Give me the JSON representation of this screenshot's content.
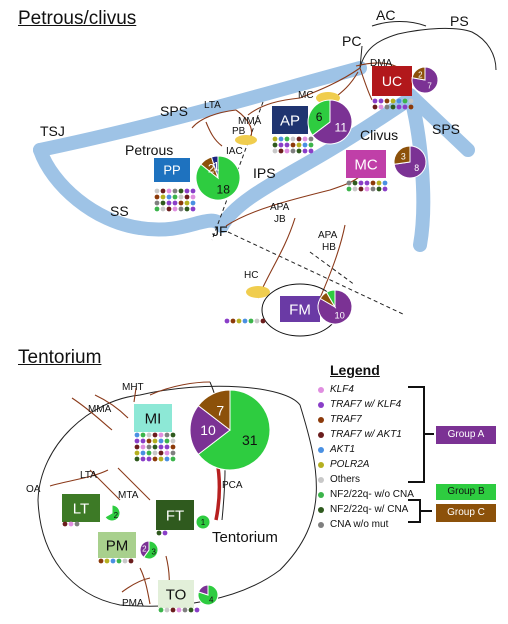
{
  "titles": {
    "petrous": "Petrous/clivus",
    "tentorium": "Tentorium"
  },
  "petrous_labels": {
    "AC": "AC",
    "PS": "PS",
    "PC": "PC",
    "DMA": "DMA",
    "SPS_left": "SPS",
    "SPS_right": "SPS",
    "LTA": "LTA",
    "MMA": "MMA",
    "MC_small": "MC",
    "PB": "PB",
    "IAC": "IAC",
    "Petrous": "Petrous",
    "Clivus": "Clivus",
    "TSJ": "TSJ",
    "SS": "SS",
    "IPS": "IPS",
    "APA_JB": "APA",
    "JB": "JB",
    "JF": "JF",
    "APA_HB": "APA",
    "HB": "HB",
    "HC": "HC"
  },
  "tentorium_labels": {
    "MHT": "MHT",
    "MMA": "MMA",
    "LTA": "LTA",
    "OA": "OA",
    "MTA": "MTA",
    "PCA": "PCA",
    "Tentorium": "Tentorium",
    "PMA": "PMA"
  },
  "location_boxes": [
    {
      "id": "UC",
      "label": "UC",
      "fill": "#b2181b",
      "text_color": "#ffffff"
    },
    {
      "id": "AP",
      "label": "AP",
      "fill": "#1f3470",
      "text_color": "#ffffff"
    },
    {
      "id": "PP",
      "label": "PP",
      "fill": "#1e72bf",
      "text_color": "#ffffff"
    },
    {
      "id": "MC",
      "label": "MC",
      "fill": "#c03fa8",
      "text_color": "#ffffff"
    },
    {
      "id": "FM",
      "label": "FM",
      "fill": "#6a3aa5",
      "text_color": "#ffffff"
    },
    {
      "id": "MI",
      "label": "MI",
      "fill": "#8de8d6",
      "text_color": "#111111"
    },
    {
      "id": "LT",
      "label": "LT",
      "fill": "#3d7a26",
      "text_color": "#ffffff"
    },
    {
      "id": "FT",
      "label": "FT",
      "fill": "#2f5a1e",
      "text_color": "#ffffff"
    },
    {
      "id": "PM",
      "label": "PM",
      "fill": "#a8d08d",
      "text_color": "#111111"
    },
    {
      "id": "TO",
      "label": "TO",
      "fill": "#e2efd9",
      "text_color": "#111111"
    }
  ],
  "pie_charts": [
    {
      "id": "UC",
      "slices": [
        {
          "value": 7,
          "color": "#7b3294",
          "label": "7"
        },
        {
          "value": 2,
          "color": "#8c510a",
          "label": "2"
        }
      ]
    },
    {
      "id": "AP",
      "slices": [
        {
          "value": 11,
          "color": "#7b3294",
          "label": "11"
        },
        {
          "value": 6,
          "color": "#2ecc40",
          "label": "6"
        }
      ]
    },
    {
      "id": "PP",
      "slices": [
        {
          "value": 18,
          "color": "#2ecc40",
          "label": "18"
        },
        {
          "value": 2,
          "color": "#8c510a",
          "label": "2"
        },
        {
          "value": 1,
          "color": "#1a237e",
          "label": "1"
        }
      ]
    },
    {
      "id": "MC",
      "slices": [
        {
          "value": 8,
          "color": "#7b3294",
          "label": "8"
        },
        {
          "value": 3,
          "color": "#8c510a",
          "label": "3"
        }
      ]
    },
    {
      "id": "FM",
      "slices": [
        {
          "value": 10,
          "color": "#7b3294",
          "label": "10"
        },
        {
          "value": 1,
          "color": "#8c510a",
          "label": ""
        },
        {
          "value": 1,
          "color": "#2ecc40",
          "label": ""
        }
      ]
    },
    {
      "id": "MI",
      "slices": [
        {
          "value": 31,
          "color": "#2ecc40",
          "label": "31"
        },
        {
          "value": 10,
          "color": "#7b3294",
          "label": "10"
        },
        {
          "value": 7,
          "color": "#8c510a",
          "label": "7"
        }
      ]
    },
    {
      "id": "LT",
      "slices": [
        {
          "value": 2,
          "color": "#2ecc40",
          "label": "2"
        },
        {
          "value": 1,
          "color": "#ffffff",
          "label": ""
        }
      ]
    },
    {
      "id": "FT",
      "slices": [
        {
          "value": 1,
          "color": "#2ecc40",
          "label": "1"
        }
      ]
    },
    {
      "id": "PM",
      "slices": [
        {
          "value": 3,
          "color": "#2ecc40",
          "label": "3"
        },
        {
          "value": 2,
          "color": "#7b3294",
          "label": "2"
        }
      ]
    },
    {
      "id": "TO",
      "slices": [
        {
          "value": 4,
          "color": "#2ecc40",
          "label": "4"
        },
        {
          "value": 1,
          "color": "#7b3294",
          "label": ""
        }
      ]
    }
  ],
  "legend": {
    "title": "Legend",
    "items": [
      {
        "label": "KLF4",
        "color": "#e08ee0",
        "italic": true
      },
      {
        "label": "TRAF7 w/ KLF4",
        "color": "#8a3ec8",
        "italic": true
      },
      {
        "label": "TRAF7",
        "color": "#8c3a0a",
        "italic": true
      },
      {
        "label": "TRAF7 w/ AKT1",
        "color": "#6b1d1d",
        "italic": true
      },
      {
        "label": "AKT1",
        "color": "#4a90e2",
        "italic": true
      },
      {
        "label": "POLR2A",
        "color": "#b5b020",
        "italic": true
      },
      {
        "label": "Others",
        "color": "#c8c8c8",
        "italic": false
      },
      {
        "label": "NF2/22q- w/o CNA",
        "color": "#3cb44b",
        "italic": false
      },
      {
        "label": "NF2/22q- w/ CNA",
        "color": "#2f5a1e",
        "italic": false
      },
      {
        "label": "CNA w/o mut",
        "color": "#7f7f7f",
        "italic": false
      }
    ],
    "groups": [
      {
        "label": "Group A",
        "color": "#7b3294"
      },
      {
        "label": "Group B",
        "color": "#2ecc40"
      },
      {
        "label": "Group C",
        "color": "#8c510a"
      }
    ]
  }
}
